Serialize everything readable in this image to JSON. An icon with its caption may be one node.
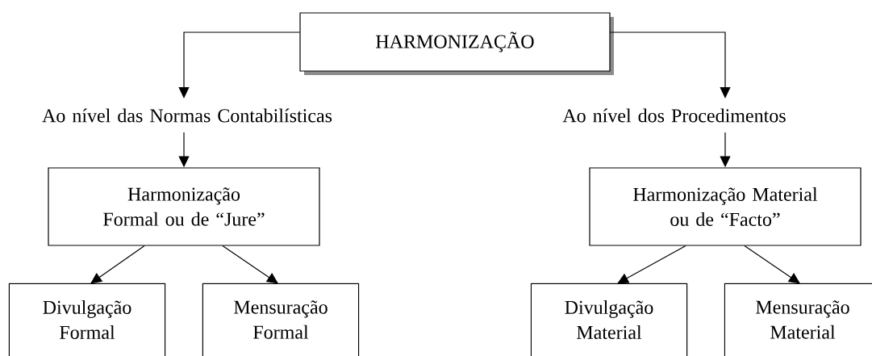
{
  "diagram": {
    "nodes": [
      {
        "text": [
          "HARMONIZAÇÃO"
        ]
      },
      {
        "text": [
          "Ao nível das Normas Contabilísticas"
        ]
      },
      {
        "text": [
          "Ao nível dos Procedimentos"
        ]
      },
      {
        "text": [
          "Harmonização Formal ou de “Jure”"
        ]
      },
      {
        "text": [
          "Divulgação Formal"
        ]
      },
      {
        "text": [
          "Mensuração Formal"
        ]
      },
      {
        "text": [
          "Harmonização Material ou de “Facto”"
        ]
      },
      {
        "text": [
          "Divulgação Material"
        ]
      },
      {
        "text": [
          "Mensuração Material"
        ]
      }
    ],
    "edges": [
      {
        "from": 0,
        "to": 1,
        "arrow": "to"
      },
      {
        "from": 0,
        "to": 2,
        "arrow": "to"
      },
      {
        "from": 1,
        "to": 3,
        "arrow": "to"
      },
      {
        "from": 2,
        "to": 6,
        "arrow": "to"
      },
      {
        "from": 3,
        "to": 4,
        "arrow": "to"
      },
      {
        "from": 3,
        "to": 5,
        "arrow": "to"
      },
      {
        "from": 6,
        "to": 7,
        "arrow": "to"
      },
      {
        "from": 6,
        "to": 8,
        "arrow": "to"
      }
    ]
  }
}
